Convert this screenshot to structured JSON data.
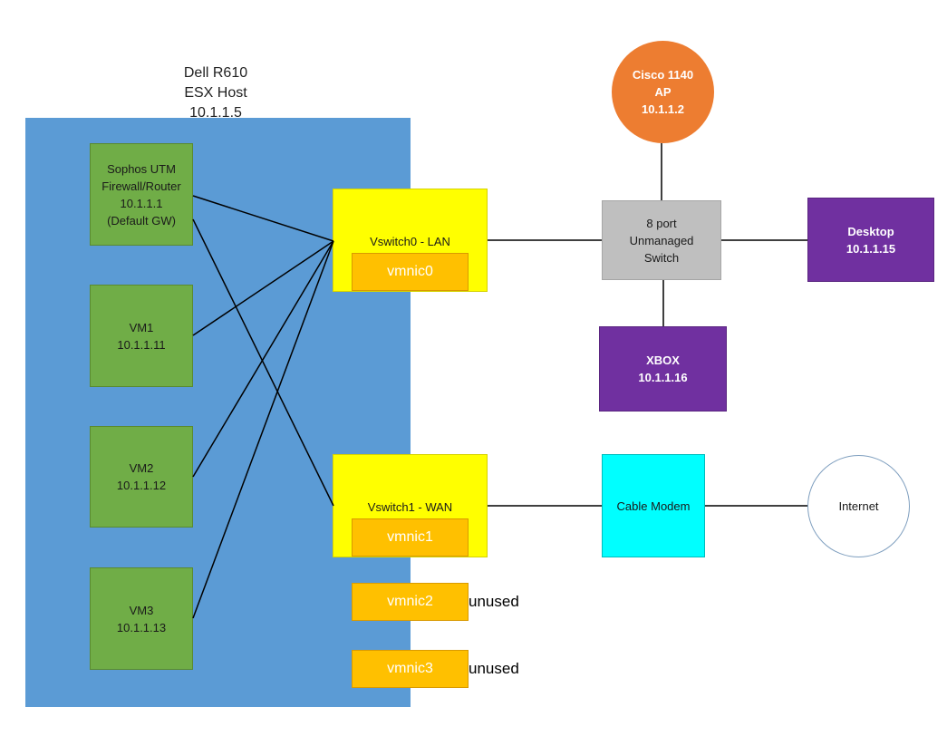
{
  "colors": {
    "host": "#5b9bd5",
    "vm": "#70ad47",
    "vswitch": "#ffff00",
    "vmnic": "#ffc000",
    "switch": "#bfbfbf",
    "purple": "#7030a0",
    "ap": "#ed7d31",
    "modem": "#00ffff",
    "internet": "#ffffff",
    "line": "#000000"
  },
  "host": {
    "label_lines": [
      "Dell R610",
      "ESX Host",
      "10.1.1.5"
    ]
  },
  "vms": [
    {
      "lines": [
        "Sophos UTM",
        "Firewall/Router",
        "10.1.1.1",
        "(Default GW)"
      ]
    },
    {
      "lines": [
        "VM1",
        "10.1.1.11"
      ]
    },
    {
      "lines": [
        "VM2",
        "10.1.1.12"
      ]
    },
    {
      "lines": [
        "VM3",
        "10.1.1.13"
      ]
    }
  ],
  "vswitches": [
    {
      "label": "Vswitch0 - LAN",
      "nic": "vmnic0"
    },
    {
      "label": "Vswitch1 - WAN",
      "nic": "vmnic1"
    }
  ],
  "unused_nics": [
    {
      "nic": "vmnic2",
      "status": "unused"
    },
    {
      "nic": "vmnic3",
      "status": "unused"
    }
  ],
  "devices": {
    "ap": {
      "lines": [
        "Cisco 1140",
        "AP",
        "10.1.1.2"
      ]
    },
    "switch": {
      "lines": [
        "8 port",
        "Unmanaged",
        "Switch"
      ]
    },
    "desktop": {
      "lines": [
        "Desktop",
        "10.1.1.15"
      ]
    },
    "xbox": {
      "lines": [
        "XBOX",
        "10.1.1.16"
      ]
    },
    "modem": {
      "label": "Cable Modem"
    },
    "internet": {
      "label": "Internet"
    }
  }
}
